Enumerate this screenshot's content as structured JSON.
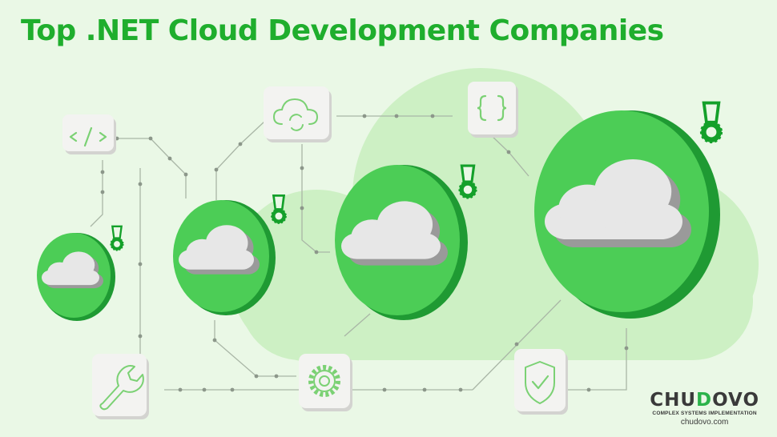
{
  "title": "Top .NET Cloud Development Companies",
  "brand": {
    "name_start": "CHU",
    "name_highlight": "D",
    "name_end": "OVO",
    "tagline": "COMPLEX SYSTEMS IMPLEMENTATION",
    "url": "chudovo.com"
  },
  "colors": {
    "background": "#eaf8e6",
    "background_cloud": "#cdf0c4",
    "title": "#1fae2d",
    "circle": "#4ccd56",
    "circle_edge": "#1f9a33",
    "medal": "#14a02a",
    "cloud_face": "#e7e7e7",
    "cloud_side": "#9a9a9a",
    "tile": "#f3f3f1",
    "icon_line": "#7bd174",
    "connector_line": "#a9b6a6"
  },
  "icons": [
    "code-icon",
    "cloud-sync-icon",
    "braces-icon",
    "wrench-icon",
    "gear-icon",
    "shield-check-icon"
  ]
}
